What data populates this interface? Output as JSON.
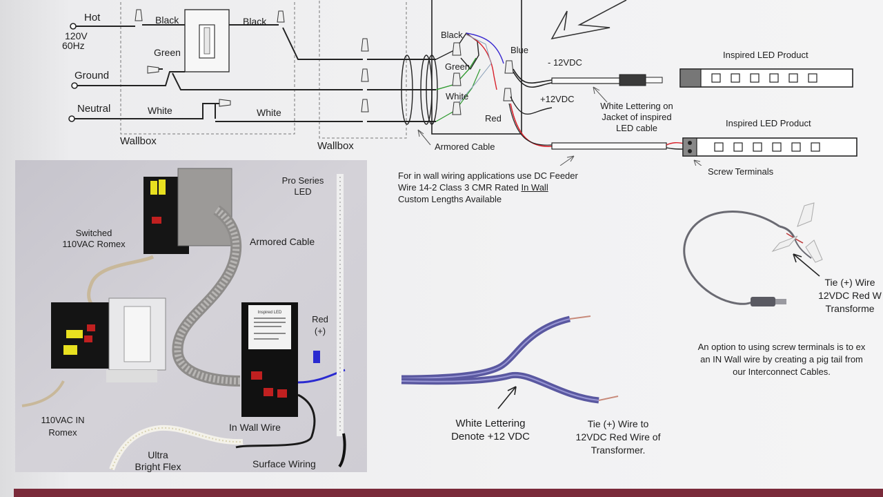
{
  "wiring_diagram": {
    "hot": "Hot",
    "voltage_line1": "120V",
    "voltage_line2": "60Hz",
    "ground": "Ground",
    "neutral": "Neutral",
    "wire_black_left": "Black",
    "wire_black_right": "Black",
    "wire_green": "Green",
    "wire_white_left": "White",
    "wire_white_right": "White",
    "wallbox_left": "Wallbox",
    "wallbox_right": "Wallbox",
    "driver_black": "Black",
    "driver_green": "Green",
    "driver_white": "White",
    "driver_blue": "Blue",
    "driver_red": "Red",
    "minus_12vdc": "- 12VDC",
    "plus_12vdc": "+12VDC",
    "armored_cable": "Armored Cable",
    "white_lettering_note_1": "White Lettering on",
    "white_lettering_note_2": "Jacket of inspired",
    "white_lettering_note_3": "LED cable",
    "product_1": "Inspired LED  Product",
    "product_2": "Inspired LED  Product",
    "screw_terminals": "Screw Terminals",
    "feeder_note_1": "For in wall wiring applications use DC Feeder",
    "feeder_note_2a": "Wire 14-2 Class 3 CMR Rated ",
    "feeder_note_2b": "In Wall",
    "feeder_note_3": "Custom Lengths Available"
  },
  "photo_panel": {
    "pro_series_1": "Pro Series",
    "pro_series_2": "LED",
    "switched_1": "Switched",
    "switched_2": "110VAC Romex",
    "armored_cable": "Armored Cable",
    "red_1": "Red",
    "red_2": "(+)",
    "ac_in_1": "110VAC IN",
    "ac_in_2": "Romex",
    "in_wall_wire": "In Wall Wire",
    "ultra_1": "Ultra",
    "ultra_2": "Bright Flex",
    "surface_wiring": "Surface Wiring",
    "driver_label": "Inspired LED"
  },
  "pigtail": {
    "tie_1": "Tie (+) Wire",
    "tie_2": "12VDC Red W",
    "tie_3": "Transforme",
    "option_1": "An option to using screw terminals is to ex",
    "option_2": "an IN Wall wire by creating a pig tail from",
    "option_3": "our Interconnect Cables."
  },
  "feeder_wire": {
    "lettering_1": "White Lettering",
    "lettering_2": "Denote +12 VDC",
    "tie_1": "Tie (+) Wire to",
    "tie_2": "12VDC Red Wire of",
    "tie_3": "Transformer."
  },
  "colors": {
    "wire_red": "#d8202a",
    "wire_blue": "#3b2bd0",
    "wire_green": "#2f9a2f",
    "footer_band": "#7a2a3a"
  }
}
